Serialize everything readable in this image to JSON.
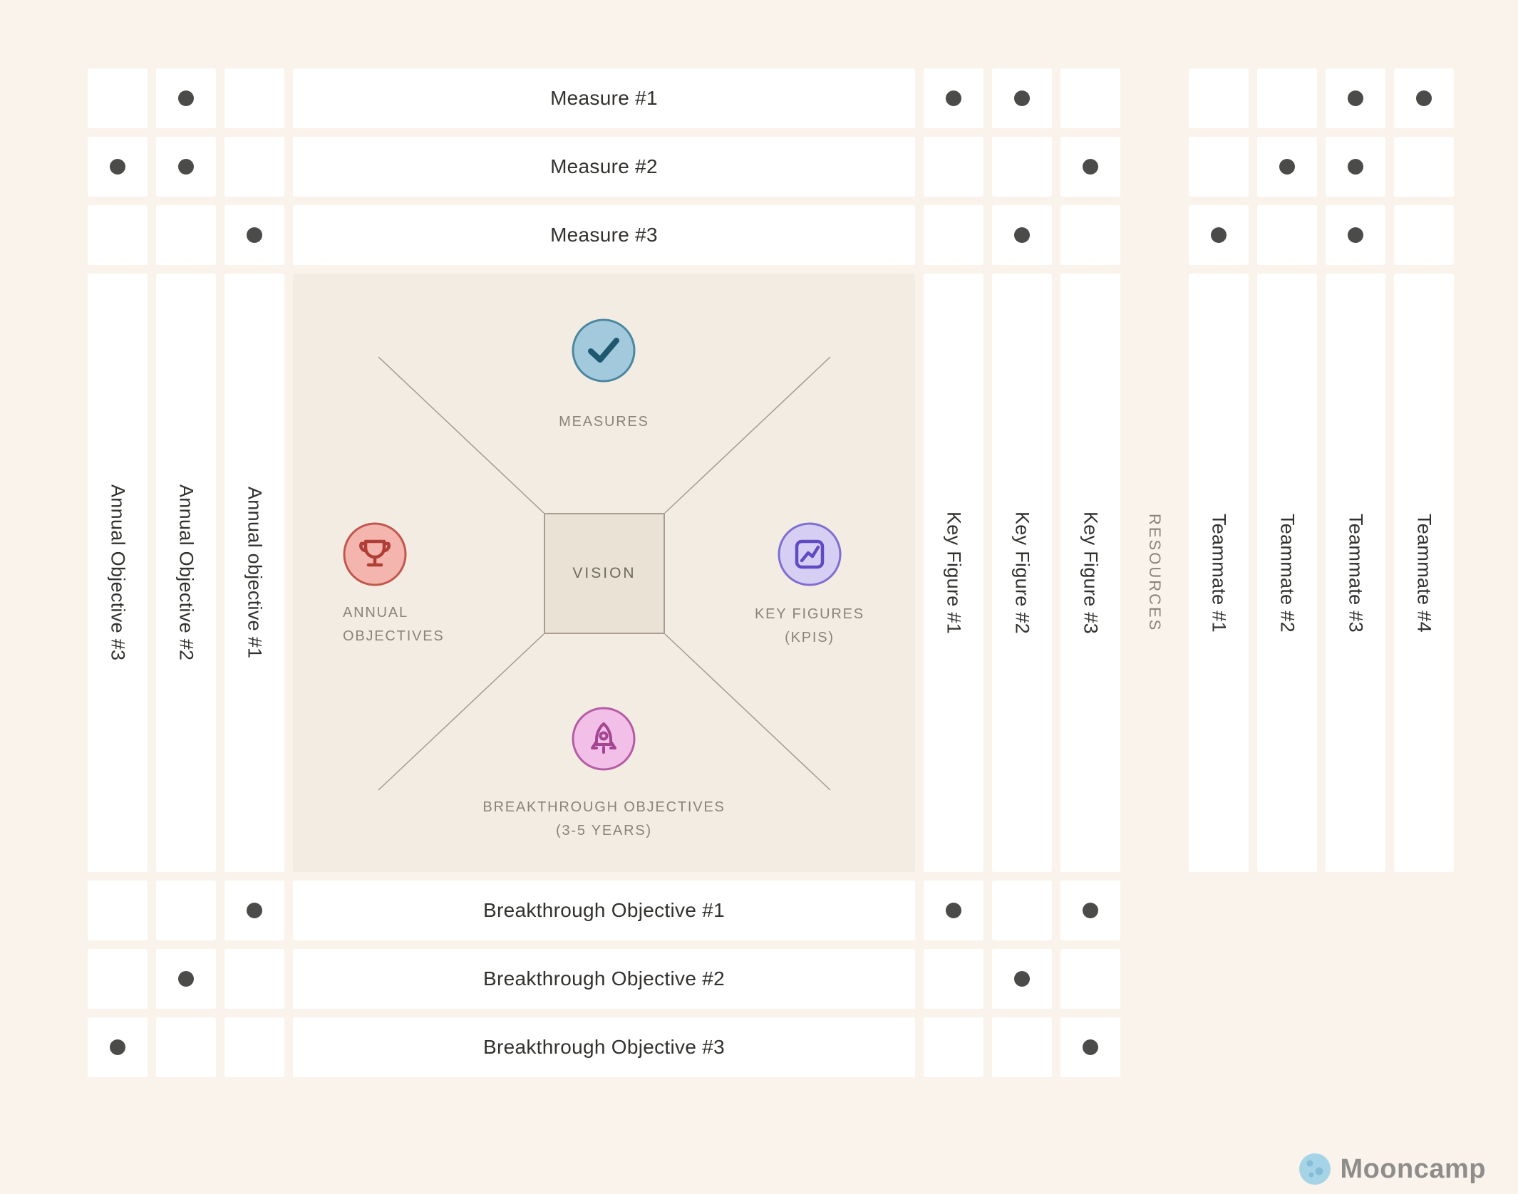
{
  "colors": {
    "page_bg": "#faf3ec",
    "center_bg": "#f3ece2",
    "cell_bg": "#ffffff",
    "dot": "#4b4b49",
    "label_text": "#33312e",
    "muted_text": "#8b8379",
    "vision_box_fill": "#ebe2d6",
    "vision_box_border": "#a89e90",
    "measures_fill": "#a3cadc",
    "measures_ring": "#4c87a1",
    "measures_glyph": "#1e586f",
    "annual_fill": "#f3b5ae",
    "annual_ring": "#c0584f",
    "annual_glyph": "#b03e36",
    "kpi_fill": "#d7cef4",
    "kpi_ring": "#7e6fd0",
    "kpi_glyph": "#5f4bc2",
    "breakthrough_fill": "#f1bfe7",
    "breakthrough_ring": "#b55ca4",
    "breakthrough_glyph": "#a34691",
    "logo_moon": "#a6d4e7",
    "logo_text": "#8f8d8b"
  },
  "matrix": {
    "measure_rows": [
      "Measure #1",
      "Measure #2",
      "Measure #3"
    ],
    "breakthrough_rows": [
      "Breakthrough Objective #1",
      "Breakthrough Objective #2",
      "Breakthrough Objective #3"
    ],
    "annual_columns": [
      "Annual Objective #3",
      "Annual Objective #2",
      "Annual objective #1"
    ],
    "key_figure_columns": [
      "Key Figure #1",
      "Key Figure #2",
      "Key Figure #3"
    ],
    "resources_label": "RESOURCES",
    "teammate_columns": [
      "Teammate #1",
      "Teammate #2",
      "Teammate #3",
      "Teammate #4"
    ],
    "dots": [
      {
        "row": "Measure #1",
        "col": "Annual Objective #2"
      },
      {
        "row": "Measure #1",
        "col": "Key Figure #1"
      },
      {
        "row": "Measure #1",
        "col": "Key Figure #2"
      },
      {
        "row": "Measure #1",
        "col": "Teammate #3"
      },
      {
        "row": "Measure #1",
        "col": "Teammate #4"
      },
      {
        "row": "Measure #2",
        "col": "Annual Objective #3"
      },
      {
        "row": "Measure #2",
        "col": "Annual Objective #2"
      },
      {
        "row": "Measure #2",
        "col": "Key Figure #3"
      },
      {
        "row": "Measure #2",
        "col": "Teammate #2"
      },
      {
        "row": "Measure #2",
        "col": "Teammate #3"
      },
      {
        "row": "Measure #3",
        "col": "Annual objective #1"
      },
      {
        "row": "Measure #3",
        "col": "Key Figure #2"
      },
      {
        "row": "Measure #3",
        "col": "Teammate #1"
      },
      {
        "row": "Measure #3",
        "col": "Teammate #3"
      },
      {
        "row": "Breakthrough Objective #1",
        "col": "Annual objective #1"
      },
      {
        "row": "Breakthrough Objective #1",
        "col": "Key Figure #1"
      },
      {
        "row": "Breakthrough Objective #1",
        "col": "Key Figure #3"
      },
      {
        "row": "Breakthrough Objective #2",
        "col": "Annual Objective #2"
      },
      {
        "row": "Breakthrough Objective #2",
        "col": "Key Figure #2"
      },
      {
        "row": "Breakthrough Objective #3",
        "col": "Annual Objective #3"
      },
      {
        "row": "Breakthrough Objective #3",
        "col": "Key Figure #3"
      }
    ]
  },
  "diagram": {
    "vision_label": "VISION",
    "quadrants": {
      "top": {
        "label": "MEASURES"
      },
      "left": {
        "line1": "ANNUAL",
        "line2": "OBJECTIVES"
      },
      "right": {
        "line1": "KEY FIGURES",
        "line2": "(KPIS)"
      },
      "bottom": {
        "line1": "BREAKTHROUGH OBJECTIVES",
        "line2": "(3-5 YEARS)"
      }
    }
  },
  "logo": {
    "text": "Mooncamp"
  }
}
